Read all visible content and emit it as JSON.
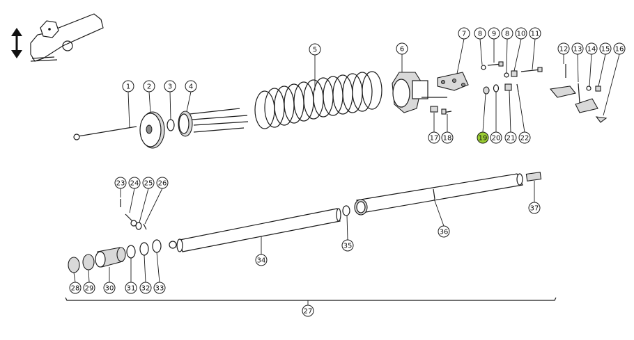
{
  "diagram": {
    "highlight_color": "#9acd32",
    "callouts": [
      {
        "label": "1",
        "highlighted": false
      },
      {
        "label": "2",
        "highlighted": false
      },
      {
        "label": "3",
        "highlighted": false
      },
      {
        "label": "4",
        "highlighted": false
      },
      {
        "label": "5",
        "highlighted": false
      },
      {
        "label": "6",
        "highlighted": false
      },
      {
        "label": "7",
        "highlighted": false
      },
      {
        "label": "8",
        "highlighted": false
      },
      {
        "label": "9",
        "highlighted": false
      },
      {
        "label": "8",
        "highlighted": false
      },
      {
        "label": "10",
        "highlighted": false
      },
      {
        "label": "11",
        "highlighted": false
      },
      {
        "label": "12",
        "highlighted": false
      },
      {
        "label": "13",
        "highlighted": false
      },
      {
        "label": "14",
        "highlighted": false
      },
      {
        "label": "15",
        "highlighted": false
      },
      {
        "label": "16",
        "highlighted": false
      },
      {
        "label": "17",
        "highlighted": false
      },
      {
        "label": "18",
        "highlighted": false
      },
      {
        "label": "19",
        "highlighted": true
      },
      {
        "label": "20",
        "highlighted": false
      },
      {
        "label": "21",
        "highlighted": false
      },
      {
        "label": "22",
        "highlighted": false
      },
      {
        "label": "23",
        "highlighted": false
      },
      {
        "label": "24",
        "highlighted": false
      },
      {
        "label": "25",
        "highlighted": false
      },
      {
        "label": "26",
        "highlighted": false
      },
      {
        "label": "37",
        "highlighted": false
      },
      {
        "label": "35",
        "highlighted": false
      },
      {
        "label": "36",
        "highlighted": false
      },
      {
        "label": "34",
        "highlighted": false
      },
      {
        "label": "28",
        "highlighted": false
      },
      {
        "label": "29",
        "highlighted": false
      },
      {
        "label": "30",
        "highlighted": false
      },
      {
        "label": "31",
        "highlighted": false
      },
      {
        "label": "32",
        "highlighted": false
      },
      {
        "label": "33",
        "highlighted": false
      },
      {
        "label": "27",
        "highlighted": false
      }
    ],
    "icons": [
      "nut-icon",
      "double-arrow-icon"
    ]
  }
}
